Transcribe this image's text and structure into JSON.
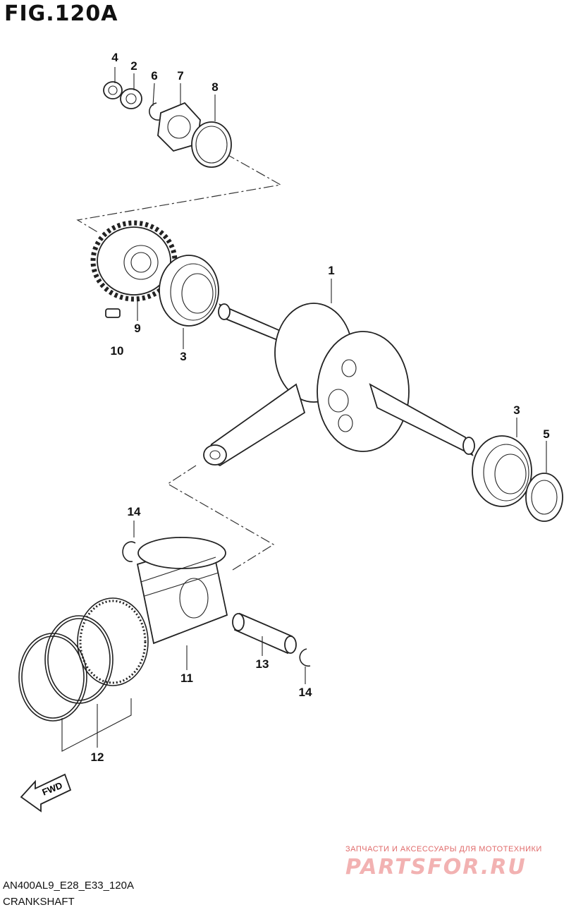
{
  "figure": {
    "title": "FIG.120A",
    "code": "AN400AL9_E28_E33_120A",
    "name": "CRANKSHAFT",
    "direction_label": "FWD"
  },
  "callouts": [
    {
      "id": "c4",
      "text": "4"
    },
    {
      "id": "c2",
      "text": "2"
    },
    {
      "id": "c6",
      "text": "6"
    },
    {
      "id": "c7",
      "text": "7"
    },
    {
      "id": "c8",
      "text": "8"
    },
    {
      "id": "c1",
      "text": "1"
    },
    {
      "id": "c9",
      "text": "9"
    },
    {
      "id": "c10",
      "text": "10"
    },
    {
      "id": "c3a",
      "text": "3"
    },
    {
      "id": "c3b",
      "text": "3"
    },
    {
      "id": "c5",
      "text": "5"
    },
    {
      "id": "c14a",
      "text": "14"
    },
    {
      "id": "c11",
      "text": "11"
    },
    {
      "id": "c13",
      "text": "13"
    },
    {
      "id": "c14b",
      "text": "14"
    },
    {
      "id": "c12",
      "text": "12"
    }
  ],
  "watermark": {
    "tagline": "ЗАПЧАСТИ И АКСЕССУАРЫ ДЛЯ МОТОТЕХНИКИ",
    "brand": "PARTSFOR.RU"
  }
}
